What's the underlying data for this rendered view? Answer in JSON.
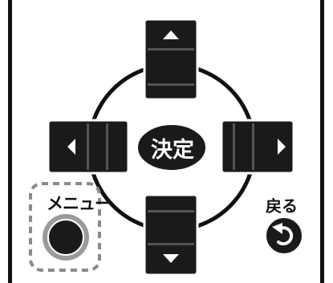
{
  "remote": {
    "ok_button": {
      "label": "決定"
    },
    "menu_button": {
      "label": "メニュー"
    },
    "back_button": {
      "label": "戻る",
      "icon": "return-arrow-icon"
    },
    "dpad": {
      "up_icon": "triangle-up-icon",
      "down_icon": "triangle-down-icon",
      "left_icon": "triangle-left-icon",
      "right_icon": "triangle-right-icon"
    },
    "colors": {
      "button_fill": "#1a1a1a",
      "button_highlight": "#555555",
      "ring_stroke": "#111111",
      "menu_glow": "#9a9a9a",
      "focus_dash": "#8a8a8a",
      "background": "#ffffff"
    }
  }
}
